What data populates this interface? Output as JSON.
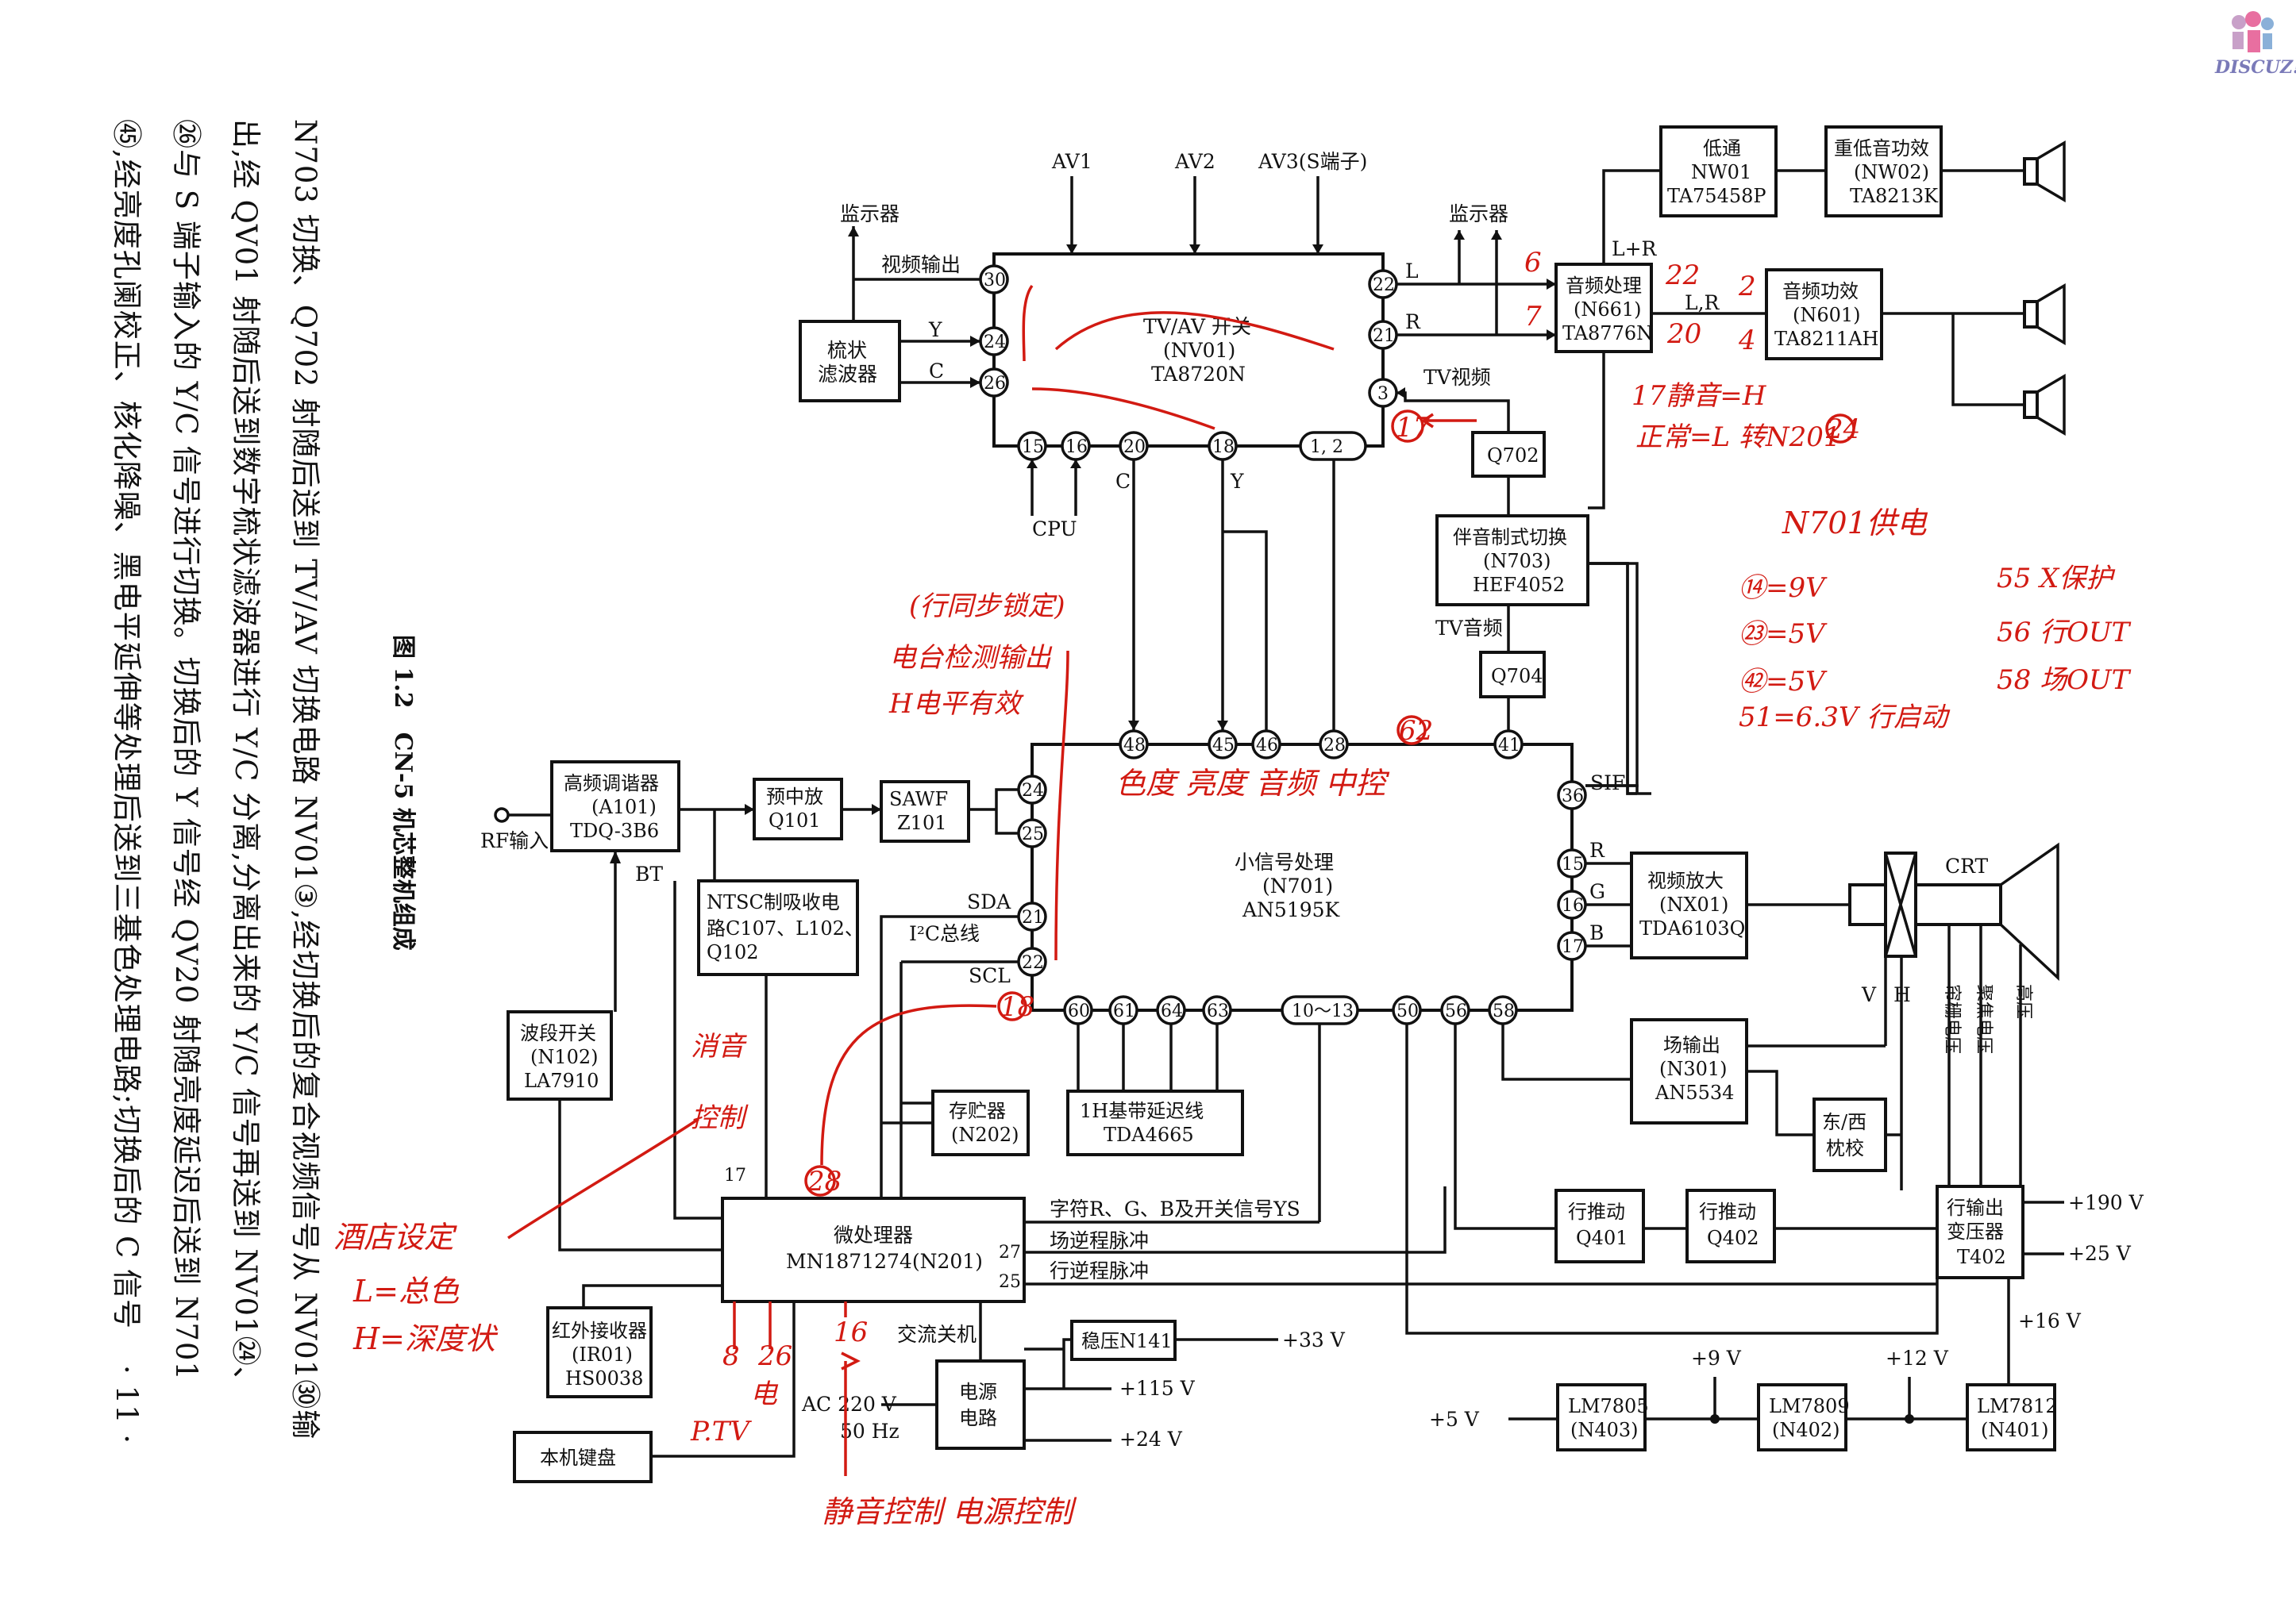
{
  "side_text": {
    "line1": "N703 切换、Q702 射随后送到 TV/AV 切换电路 NV01③,经切换后的复合视频信号从 NV01㉚输",
    "line2": "出,经 QV01 射随后送到数字梳状滤波器进行 Y/C 分离,分离出来的 Y/C 信号再送到 NV01㉔、",
    "line3": "㉖与 S 端子输入的 Y/C 信号进行切换。切换后的 Y 信号经 QV20 射随亮度延迟后送到 N701",
    "line4": "㊺,经亮度孔阑校正、核化降噪、黑电平延伸等处理后送到三基色处理电路;切换后的 C 信号",
    "page_number": "· 11 ·"
  },
  "caption": "图 1.2　CN-5 机芯整机组成",
  "watermark": "DISCUZ!",
  "inputs": {
    "av1": "AV1",
    "av2": "AV2",
    "av3": "AV3(S端子)"
  },
  "blocks": {
    "tvav": {
      "l1": "TV/AV 开关",
      "l2": "(NV01)",
      "l3": "TA8720N"
    },
    "comb": {
      "l1": "梳状",
      "l2": "滤波器"
    },
    "monitor1": "监示器",
    "monitor2": "监示器",
    "video_out": "视频输出",
    "lowpass": {
      "l1": "低通",
      "l2": "NW01",
      "l3": "TA75458P"
    },
    "subwoofer": {
      "l1": "重低音功效",
      "l2": "(NW02)",
      "l3": "TA8213K"
    },
    "audio_proc": {
      "l1": "音频处理",
      "l2": "(N661)",
      "l3": "TA8776N"
    },
    "audio_amp": {
      "l1": "音频功效",
      "l2": "(N601)",
      "l3": "TA8211AH"
    },
    "q702": "Q702",
    "sound_switch": {
      "l1": "伴音制式切换",
      "l2": "(N703)",
      "l3": "HEF4052"
    },
    "q704": "Q704",
    "tuner": {
      "l1": "高频调谐器",
      "l2": "(A101)",
      "l3": "TDQ-3B6"
    },
    "preamp": {
      "l1": "预中放",
      "l2": "Q101"
    },
    "saw": {
      "l1": "SAWF",
      "l2": "Z101"
    },
    "ntsc": {
      "l1": "NTSC制吸收电",
      "l2": "路C107、L102、",
      "l3": "Q102"
    },
    "band": {
      "l1": "波段开关",
      "l2": "(N102)",
      "l3": "LA7910"
    },
    "signal": {
      "l1": "小信号处理",
      "l2": "(N701)",
      "l3": "AN5195K"
    },
    "memory": {
      "l1": "存贮器",
      "l2": "(N202)"
    },
    "delay": {
      "l1": "1H基带延迟线",
      "l2": "TDA4665"
    },
    "video_amp": {
      "l1": "视频放大",
      "l2": "(NX01)",
      "l3": "TDA6103Q"
    },
    "field_out": {
      "l1": "场输出",
      "l2": "(N301)",
      "l3": "AN5534"
    },
    "ew": {
      "l1": "东/西",
      "l2": "枕校"
    },
    "mcu": {
      "l1": "微处理器",
      "l2": "MN1871274(N201)"
    },
    "ir": {
      "l1": "红外接收器",
      "l2": "(IR01)",
      "l3": "HS0038"
    },
    "keyboard": "本机键盘",
    "power": {
      "l1": "电源",
      "l2": "电路"
    },
    "reg": "稳压N141",
    "hdrive1": {
      "l1": "行推动",
      "l2": "Q401"
    },
    "hdrive2": {
      "l1": "行推动",
      "l2": "Q402"
    },
    "hout": {
      "l1": "行输出",
      "l2": "变压器",
      "l3": "T402"
    },
    "lm7805": {
      "l1": "LM7805",
      "l2": "(N403)"
    },
    "lm7809": {
      "l1": "LM7809",
      "l2": "(N402)"
    },
    "lm7812": {
      "l1": "LM7812",
      "l2": "(N401)"
    }
  },
  "pins": {
    "p30": "30",
    "p24a": "24",
    "p26": "26",
    "p22a": "22",
    "p21a": "21",
    "p3": "3",
    "p15a": "15",
    "p16a": "16",
    "p20": "20",
    "p18": "18",
    "p12": "1, 2",
    "p48": "48",
    "p45": "45",
    "p46": "46",
    "p28": "28",
    "p41": "41",
    "p24b": "24",
    "p25": "25",
    "p21b": "21",
    "p22b": "22",
    "p36": "36",
    "p15b": "15",
    "p16b": "16",
    "p17": "17",
    "p60": "60",
    "p61": "61",
    "p64": "64",
    "p63": "63",
    "p1013": "10～13",
    "p50": "50",
    "p56": "56",
    "p58": "58"
  },
  "labels": {
    "Y": "Y",
    "C": "C",
    "L": "L",
    "R": "R",
    "tv_video": "TV视频",
    "cpu": "CPU",
    "c2": "C",
    "y2": "Y",
    "tv_audio": "TV音频",
    "sif": "SIF",
    "lr_plus": "L+R",
    "lr": "L,R",
    "rf_in": "RF输入",
    "bt": "BT",
    "sda": "SDA",
    "scl": "SCL",
    "i2c": "I²C总线",
    "r": "R",
    "g": "G",
    "b": "B",
    "crt": "CRT",
    "v": "V",
    "h": "H",
    "grid": "帘栅电压",
    "focus": "聚焦电压",
    "hv": "高压",
    "char_rgb": "字符R、G、B及开关信号YS",
    "field_pulse": "场逆程脉冲",
    "line_pulse": "行逆程脉冲",
    "ac_off": "交流关机",
    "ac": "AC 220 V",
    "hz": "50 Hz",
    "v33": "+33 V",
    "v115": "+115 V",
    "v24": "+24 V",
    "v190": "+190 V",
    "v25": "+25 V",
    "v16": "+16 V",
    "v9": "+9 V",
    "v12": "+12 V",
    "v5": "+5 V",
    "pin17": "17",
    "pin27": "27",
    "pin25": "25"
  },
  "handwritten": {
    "n701_supply": "N701供电",
    "s14": "⑭=9V",
    "s23": "㉓=5V",
    "s42": "㊷=5V",
    "s51": "51=6.3V 行启动",
    "s55": "55 X保护",
    "s56": "56 行OUT",
    "s58": "58 场OUT",
    "static_note1": "17静音=H",
    "static_note2": "正常=L 转N201",
    "n24": "24",
    "circle17": "17",
    "line_detect1": "(行同步锁定)",
    "line_detect2": "电台检测输出",
    "line_detect3": "H电平有效",
    "pins_note": "色度 亮度 音频 中控",
    "c62": "62",
    "c18": "18",
    "c28": "28",
    "mute": "消音",
    "ctrl": "控制",
    "hotel1": "酒店设定",
    "hotel2": "L=总色",
    "hotel3": "H=深度状",
    "p8": "8",
    "p26": "26",
    "p16": "16",
    "tv": "P.TV",
    "power_ctl": "电",
    "standby": "静音控制 电源控制",
    "num6": "6",
    "num7": "7",
    "num22": "22",
    "num20": "20",
    "num2": "2",
    "num4": "4"
  },
  "colors": {
    "ink": "#111111",
    "annotation": "#d21a12"
  }
}
